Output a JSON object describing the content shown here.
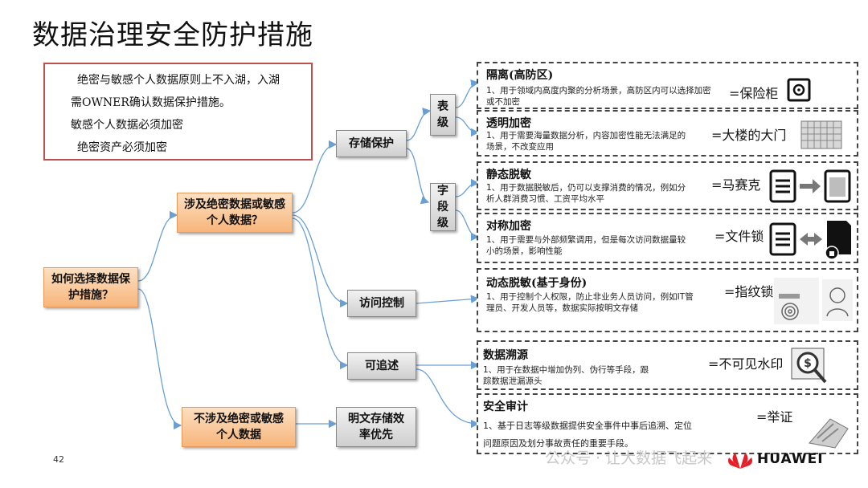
{
  "title": "数据治理安全防护措施",
  "principles": [
    "绝密与敏感个人数据原则上不入湖，入湖",
    "需OWNER确认数据保护措施。",
    "敏感个人数据必须加密",
    "绝密资产必须加密"
  ],
  "nodes": {
    "root": "如何选择数据保护措施？",
    "sensitive": "涉及绝密数据或敏感个人数据？",
    "nonsensitive": "不涉及绝密或敏感个人数据",
    "plain": "明文存储效率优先",
    "storage": "存储保护",
    "access": "访问控制",
    "trace": "可追述",
    "table_level": [
      "表",
      "级"
    ],
    "field_level": [
      "字",
      "段",
      "级"
    ]
  },
  "measures": [
    {
      "title": "隔离(高防区)",
      "desc": "1、用于领域内高度内聚的分析场景，高防区内可以选择加密或不加密",
      "metaphor": "=保险柜",
      "icon": "safe-icon"
    },
    {
      "title": "透明加密",
      "desc": "1、用于需要海量数据分析，内容加密性能无法满足的场景，不改变应用",
      "metaphor": "=大楼的大门",
      "icon": "building-icon"
    },
    {
      "title": "静态脱敏",
      "desc": "1、用于数据脱敏后，仍可以支撑消费的情况，例如分析人群消费习惯、工资平均水平",
      "metaphor": "=马赛克",
      "icon": "document-mosaic-icon"
    },
    {
      "title": "对称加密",
      "desc": "1、用于需要与外部频繁调用，但是每次访问数据量较小的场景，影响性能",
      "metaphor": "=文件锁",
      "icon": "document-lock-icon"
    },
    {
      "title": "动态脱敏(基于身份)",
      "desc": "1、用于控制个人权限，防止非业务人员访问，例如IT管理员、开发人员等，数据实际按明文存储",
      "metaphor": "=指纹锁",
      "icon": "fingerprint-lock-icon"
    },
    {
      "title": "数据溯源",
      "desc": "1、用于在数据中增加伪列、伪行等手段，跟踪数据泄漏源头",
      "metaphor": "=不可见水印",
      "icon": "watermark-search-icon"
    },
    {
      "title": "安全审计",
      "desc": "1、基于日志等级数据提供安全事件中事后追溯、定位问题原因及划分事故责任的重要手段。",
      "metaphor": "=举证",
      "icon": "evidence-icon"
    }
  ],
  "page_number": "42",
  "watermark": "公众号 · 让大数据飞起来",
  "brand": "HUAWEI",
  "colors": {
    "accent_line": "#6a9fd4",
    "principle_border": "#c0504d",
    "orange_fill": "#f7b57b",
    "brand_red": "#e3202a"
  }
}
